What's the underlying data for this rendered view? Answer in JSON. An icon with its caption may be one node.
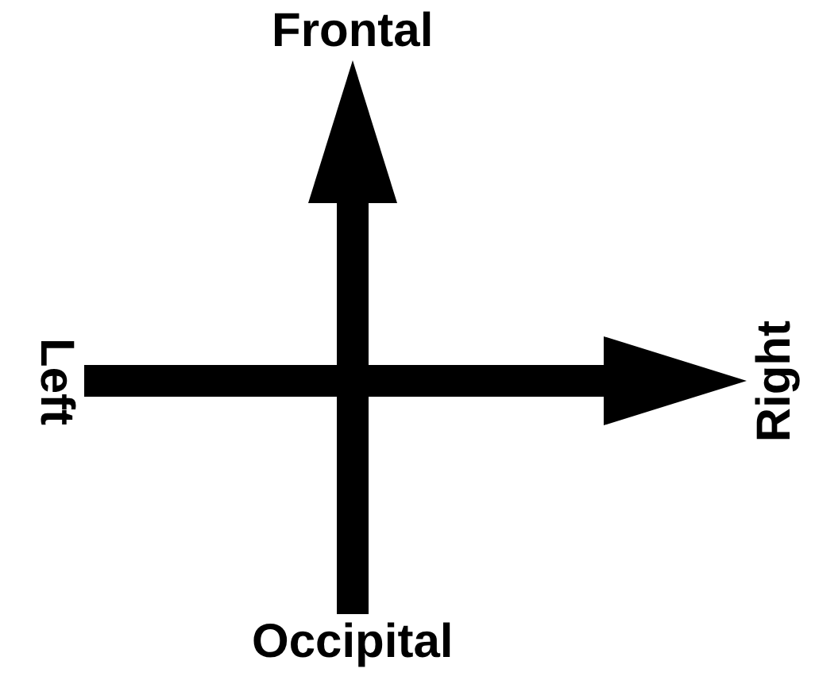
{
  "diagram": {
    "nodes": [
      {
        "text": [
          "Frontal"
        ]
      },
      {
        "text": [
          "Left"
        ]
      },
      {
        "text": [
          "Right"
        ]
      },
      {
        "text": [
          "Occipital"
        ]
      }
    ],
    "edges": [
      {
        "from": 3,
        "to": 0,
        "arrow": "to"
      },
      {
        "from": 1,
        "to": 2,
        "arrow": "to"
      }
    ]
  }
}
